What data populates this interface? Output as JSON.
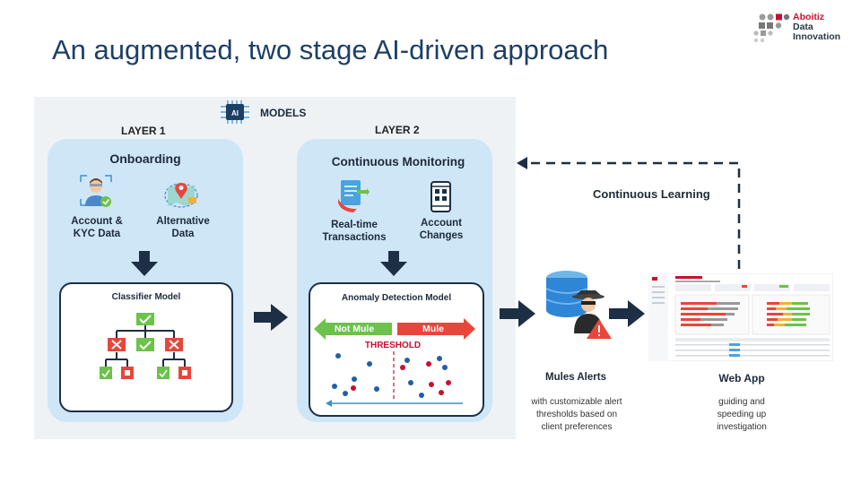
{
  "title": "An augmented, two stage AI-driven approach",
  "logo": {
    "line1": "Aboitiz",
    "line2": "Data",
    "line3": "Innovation"
  },
  "models": {
    "label": "MODELS",
    "chip": "AI"
  },
  "layer1": {
    "label": "LAYER 1",
    "heading": "Onboarding",
    "input_a": "Account & KYC Data",
    "input_b": "Alternative Data",
    "model": "Classifier Model"
  },
  "layer2": {
    "label": "LAYER 2",
    "heading": "Continuous Monitoring",
    "input_a": "Real-time Transactions",
    "input_b": "Account Changes",
    "model": "Anomaly Detection Model",
    "not_mule": "Not Mule",
    "mule": "Mule",
    "threshold": "THRESHOLD"
  },
  "mules": {
    "title": "Mules Alerts",
    "caption": "with customizable alert thresholds based on client preferences"
  },
  "webapp": {
    "title": "Web App",
    "caption": "guiding and speeding up investigation"
  },
  "feedback": {
    "label": "Continuous Learning"
  },
  "colors": {
    "title": "#1d3f66",
    "navy": "#1d2f44",
    "bubble": "#cfe6f7",
    "green": "#6cc24a",
    "red": "#e8463a",
    "logo_red": "#c8102e"
  },
  "icons": [
    "chip-icon",
    "person-scan-icon",
    "map-pin-icon",
    "document-icon",
    "phone-icon",
    "database-icon",
    "hacker-icon",
    "warning-icon",
    "down-arrow-icon",
    "right-arrow-icon"
  ]
}
